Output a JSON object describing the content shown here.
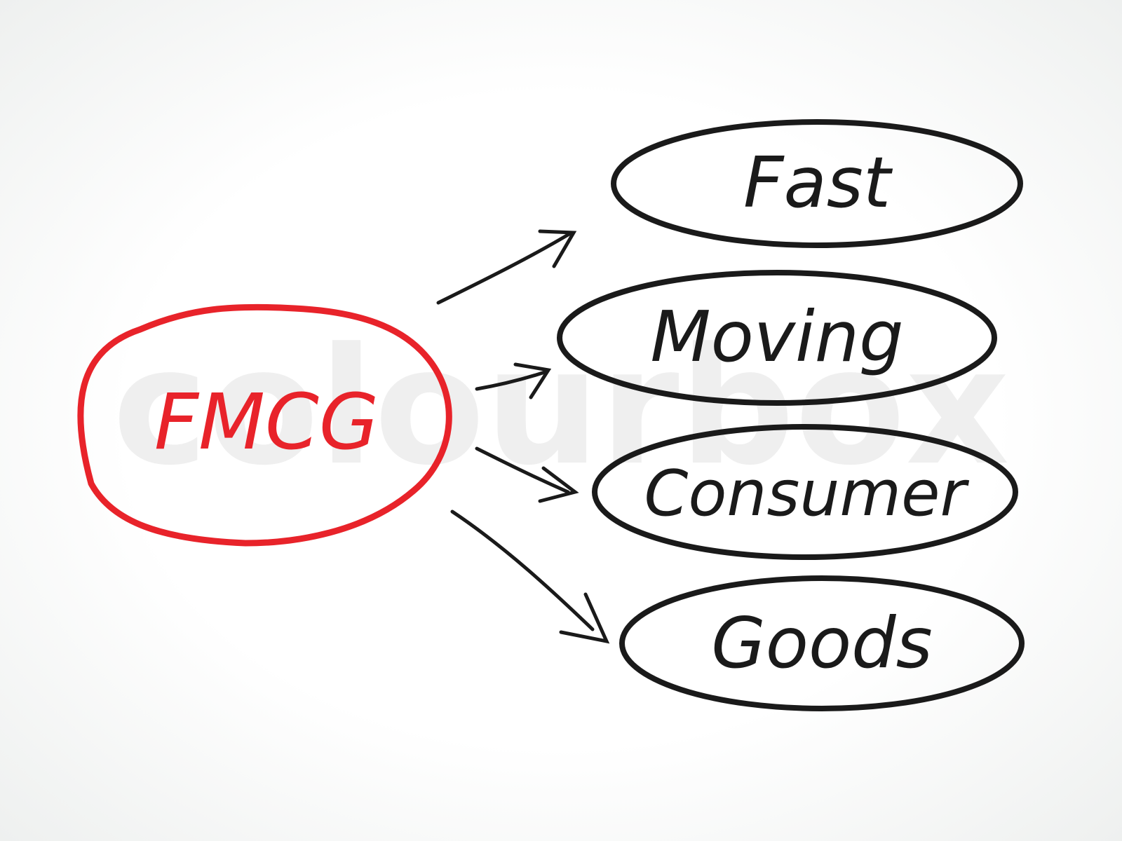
{
  "center": {
    "label": "FMCG",
    "color": "#e8232a"
  },
  "items": [
    {
      "label": "Fast"
    },
    {
      "label": "Moving"
    },
    {
      "label": "Consumer"
    },
    {
      "label": "Goods"
    }
  ],
  "ink_color": "#1a1a1a",
  "watermark": "colourbox"
}
